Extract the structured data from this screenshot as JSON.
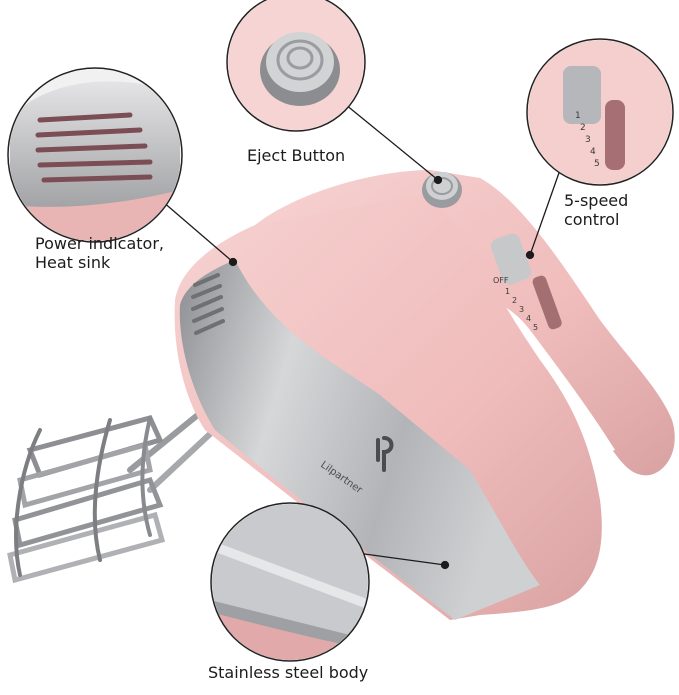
{
  "callouts": {
    "eject": "Eject Button",
    "power_line1": "Power indicator,",
    "power_line2": "Heat sink",
    "speed_line1": "5-speed",
    "speed_line2": "control",
    "body": "Stainless steel body"
  },
  "product": {
    "brand": "Lilpartner",
    "speed_marks": [
      "OFF",
      "1",
      "2",
      "3",
      "4",
      "5"
    ]
  },
  "colors": {
    "body_pink": "#f2c3c2",
    "steel": "#b9b9bb",
    "text": "#1c1c1c"
  }
}
